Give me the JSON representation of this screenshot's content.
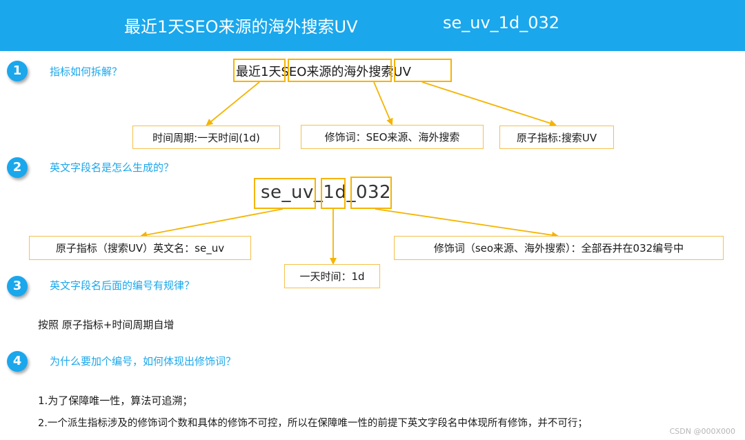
{
  "header": {
    "title": "最近1天SEO来源的海外搜索UV",
    "code": "se_uv_1d_032",
    "background_color": "#1aa7ec"
  },
  "sections": [
    {
      "number": "1",
      "question": "指标如何拆解？"
    },
    {
      "number": "2",
      "question": "英文字段名是怎么生成的？"
    },
    {
      "number": "3",
      "question": "英文字段名后面的编号有规律？"
    },
    {
      "number": "4",
      "question": "为什么要加个编号，如何体现出修饰词？"
    }
  ],
  "breakdown": {
    "phrase": "最近1天SEO来源的海外搜索UV",
    "time_period": "时间周期:一天时间(1d)",
    "modifier": "修饰词：SEO来源、海外搜索",
    "atomic_metric": "原子指标:搜索UV"
  },
  "field_name": {
    "phrase": "se_uv_1d_032",
    "atomic_metric": "原子指标（搜索UV）英文名：se_uv",
    "time_period": "一天时间：1d",
    "modifier": "修饰词（seo来源、海外搜索）：全部吞并在032编号中"
  },
  "rule_text": "按照 原子指标+时间周期自增",
  "reasons": [
    "1.为了保障唯一性，算法可追溯；",
    "2.一个派生指标涉及的修饰词个数和具体的修饰不可控，所以在保障唯一性的前提下英文字段名中体现所有修饰，并不可行；"
  ],
  "watermark": "CSDN @000X000",
  "colors": {
    "accent": "#1aa7ec",
    "highlight": "#f5b400"
  }
}
